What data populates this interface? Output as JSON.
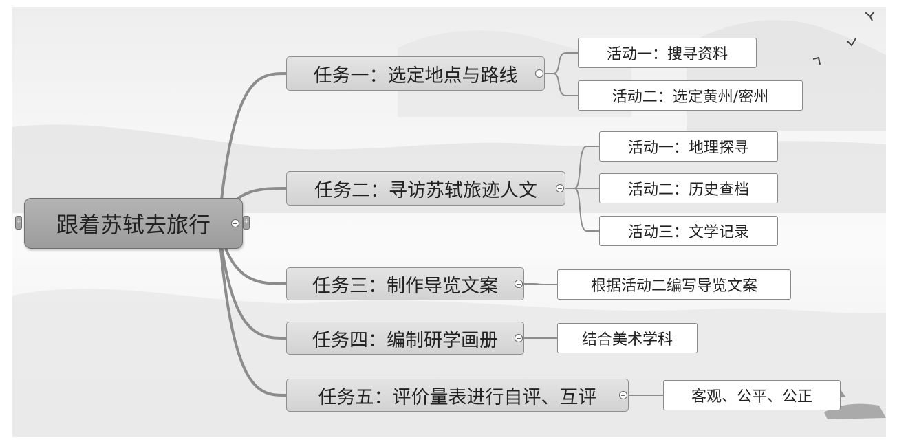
{
  "root": {
    "label": "跟着苏轼去旅行"
  },
  "tasks": [
    {
      "label": "任务一：选定地点与路线",
      "activities": [
        "活动一：搜寻资料",
        "活动二：选定黄州/密州"
      ]
    },
    {
      "label": "任务二：寻访苏轼旅迹人文",
      "activities": [
        "活动一：地理探寻",
        "活动二：历史查档",
        "活动三：文学记录"
      ]
    },
    {
      "label": "任务三：制作导览文案",
      "activities": [
        "根据活动二编写导览文案"
      ]
    },
    {
      "label": "任务四：编制研学画册",
      "activities": [
        "结合美术学科"
      ]
    },
    {
      "label": "任务五：评价量表进行自评、互评",
      "activities": [
        "客观、公平、公正"
      ]
    }
  ],
  "colors": {
    "connector": "#8c8c8c"
  }
}
